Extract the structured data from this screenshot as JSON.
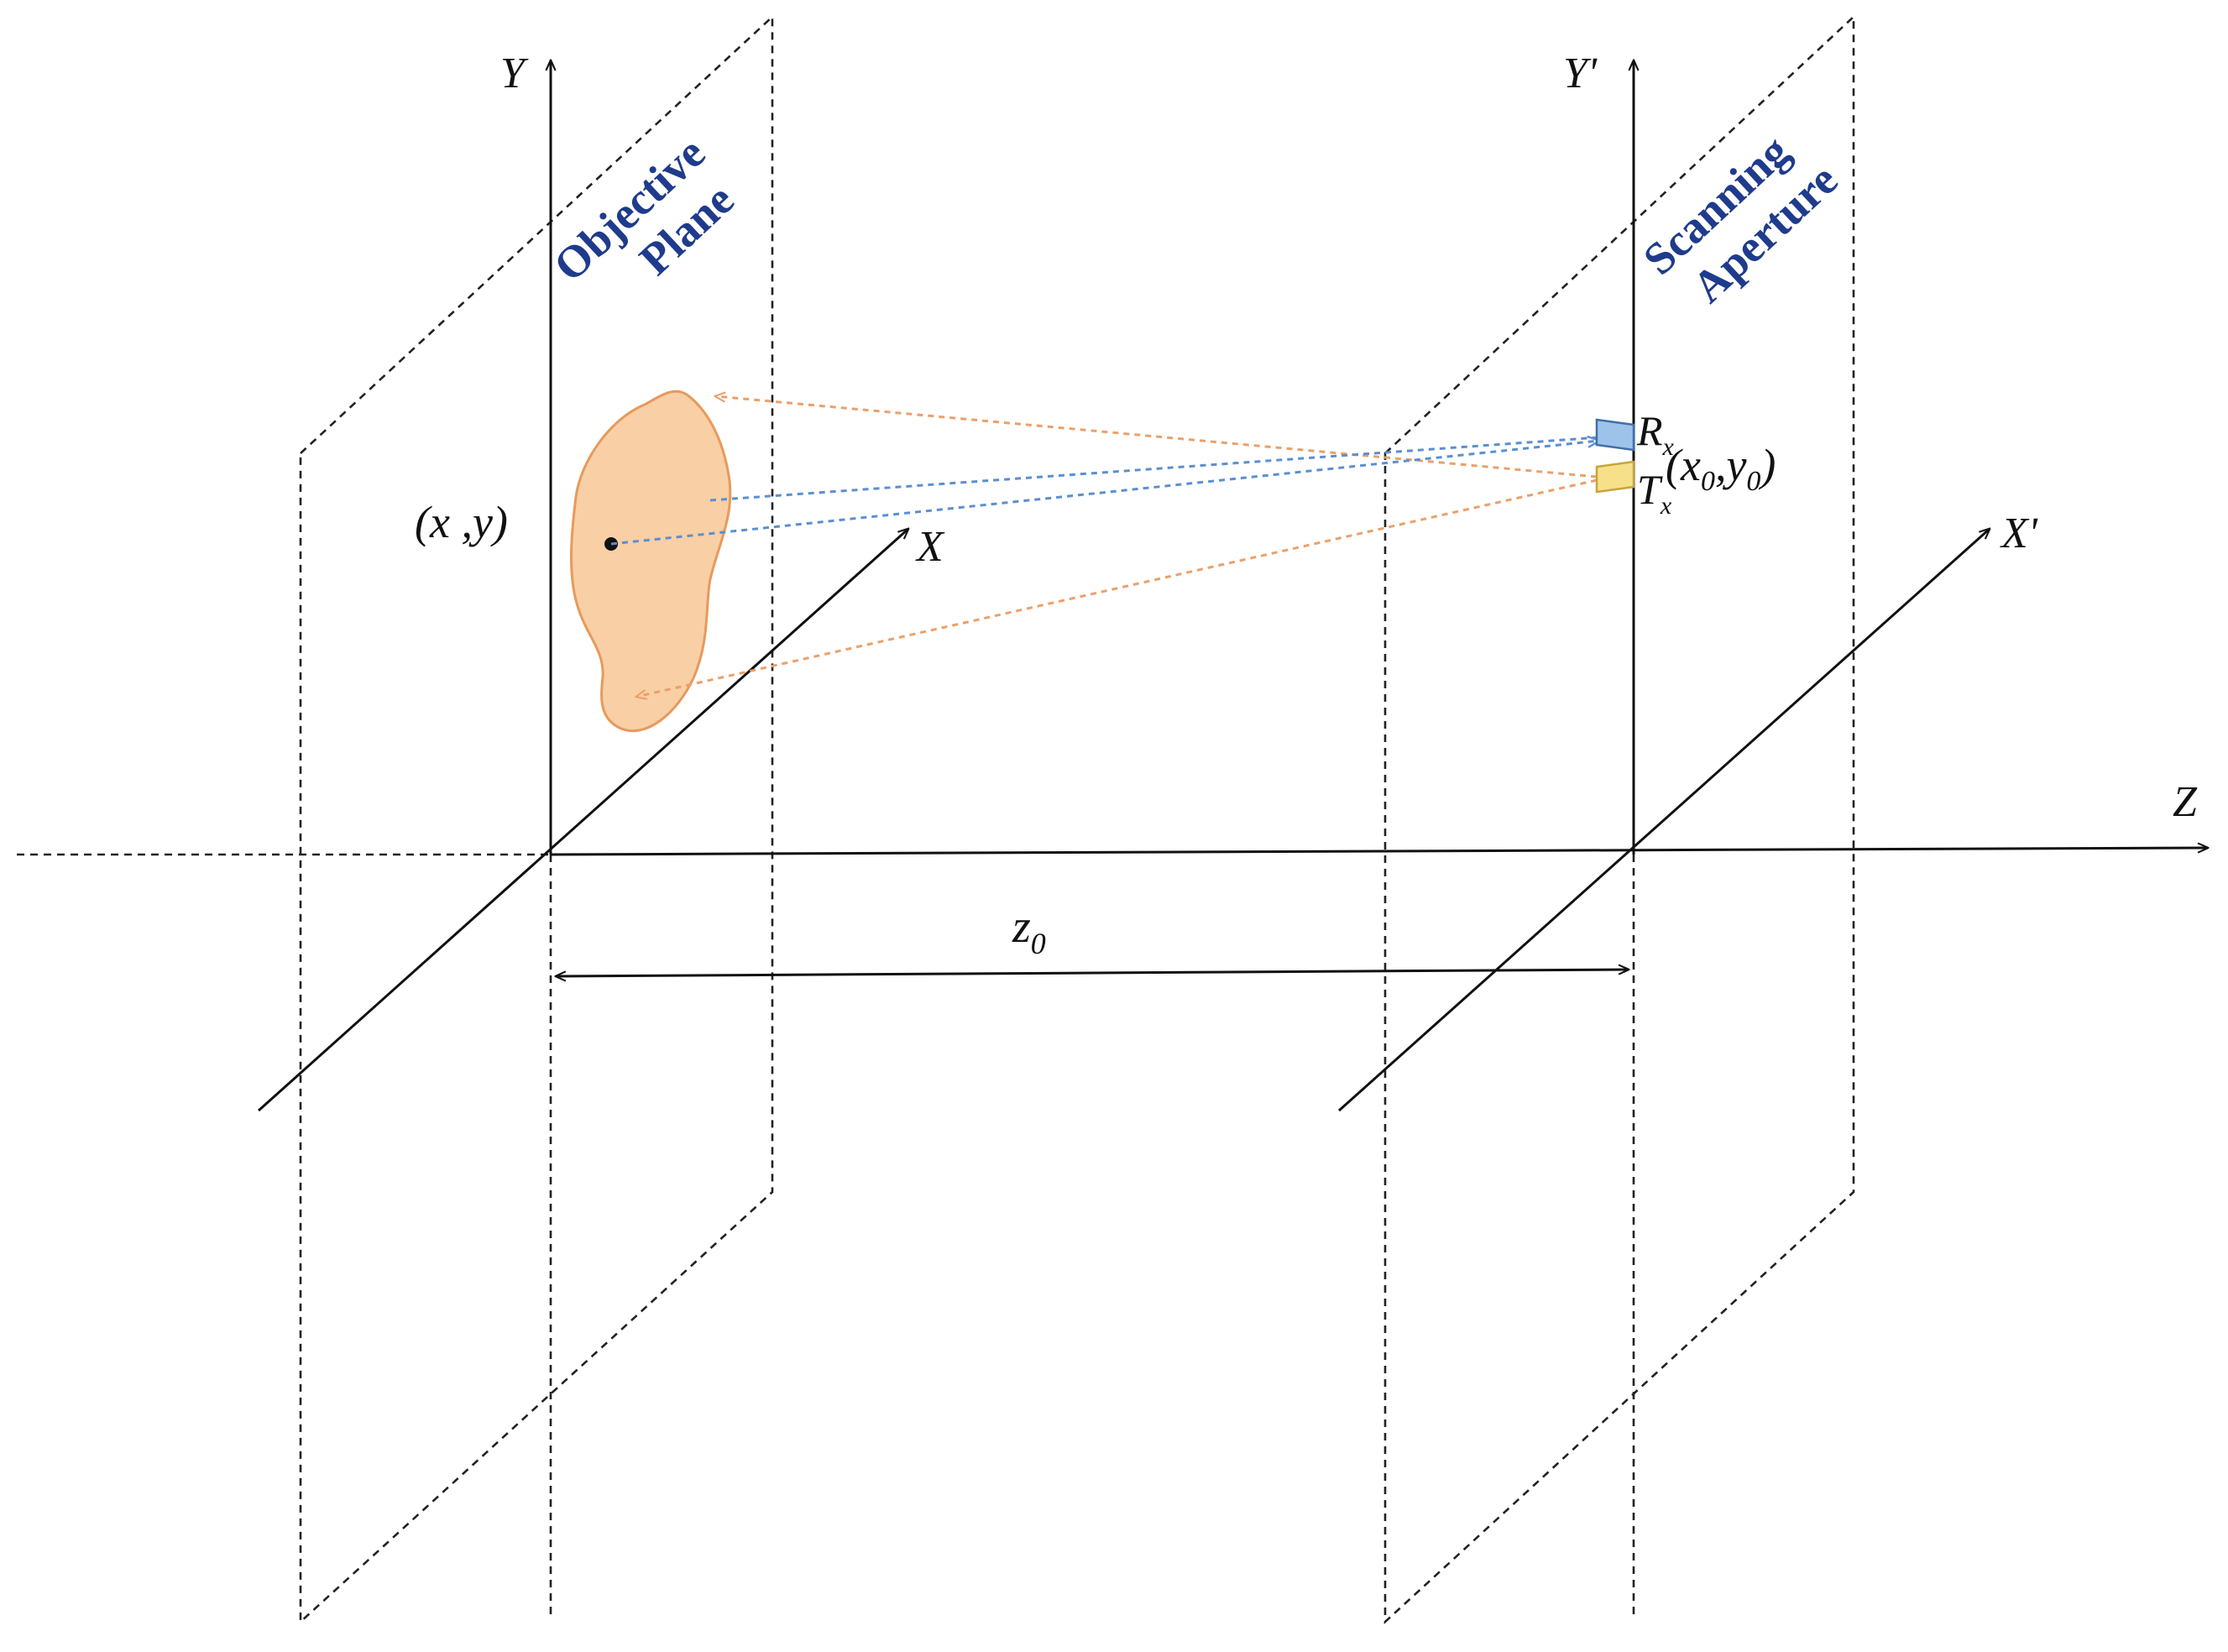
{
  "labels": {
    "y_axis": "Y",
    "y_prime_axis": "Y'",
    "x_axis": "X",
    "x_prime_axis": "X'",
    "z_axis": "Z",
    "distance": "z",
    "distance_sub": "0",
    "target_point": "(x ,y)",
    "rx": "R",
    "rx_sub": "x",
    "tx": "T",
    "tx_sub": "x",
    "aperture_point_open": "(x",
    "aperture_point_sub1": "0",
    "aperture_point_mid": ",y",
    "aperture_point_sub2": "0",
    "aperture_point_close": ")"
  },
  "planes": {
    "objective_line1": "Objective",
    "objective_line2": "Plane",
    "aperture_line1": "Scanning",
    "aperture_line2": "Aperture"
  },
  "colors": {
    "object_fill": "#f9cfa6",
    "object_stroke": "#e79a5c",
    "ray_orange": "#eba06a",
    "ray_blue": "#5b8fd0",
    "rx_fill": "#9ec3ea",
    "tx_fill": "#f7e08a",
    "plane_text": "#1f3b8c"
  }
}
